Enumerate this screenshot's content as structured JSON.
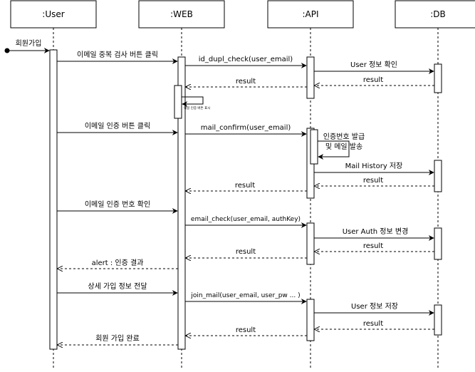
{
  "participants": [
    {
      "id": "user",
      "label": ":User"
    },
    {
      "id": "web",
      "label": ":WEB"
    },
    {
      "id": "api",
      "label": ":API"
    },
    {
      "id": "db",
      "label": ":DB"
    }
  ],
  "found_message": {
    "label": "회원가입"
  },
  "messages": [
    {
      "id": "m1",
      "from": "user",
      "to": "web",
      "kind": "sync",
      "label": "이메일 중복 검사 버튼 클릭"
    },
    {
      "id": "m2",
      "from": "web",
      "to": "api",
      "kind": "sync",
      "label": "id_dupl_check(user_email)"
    },
    {
      "id": "m3",
      "from": "api",
      "to": "db",
      "kind": "sync",
      "label": "User 정보 확인"
    },
    {
      "id": "m4",
      "from": "db",
      "to": "api",
      "kind": "return",
      "label": "result"
    },
    {
      "id": "m5",
      "from": "api",
      "to": "web",
      "kind": "return",
      "label": "result"
    },
    {
      "id": "m6",
      "from": "web",
      "to": "web",
      "kind": "self",
      "label": "메일 인증 버튼 표시"
    },
    {
      "id": "m7",
      "from": "user",
      "to": "web",
      "kind": "sync",
      "label": "이메일 인증 버튼 클릭"
    },
    {
      "id": "m8",
      "from": "web",
      "to": "api",
      "kind": "sync",
      "label": "mail_confirm(user_email)"
    },
    {
      "id": "m9",
      "from": "api",
      "to": "api",
      "kind": "self",
      "label_lines": [
        "인증번호 발급",
        "및 메일 발송"
      ]
    },
    {
      "id": "m10",
      "from": "api",
      "to": "db",
      "kind": "sync",
      "label": "Mail History 저장"
    },
    {
      "id": "m11",
      "from": "db",
      "to": "api",
      "kind": "return",
      "label": "result"
    },
    {
      "id": "m12",
      "from": "api",
      "to": "web",
      "kind": "return",
      "label": "result"
    },
    {
      "id": "m13",
      "from": "user",
      "to": "web",
      "kind": "sync",
      "label": "이메일 인증 번호 확인"
    },
    {
      "id": "m14",
      "from": "web",
      "to": "api",
      "kind": "sync",
      "label": "email_check(user_email, authKey)"
    },
    {
      "id": "m15",
      "from": "api",
      "to": "db",
      "kind": "sync",
      "label": "User Auth 정보 변경"
    },
    {
      "id": "m16",
      "from": "db",
      "to": "api",
      "kind": "return",
      "label": "result"
    },
    {
      "id": "m17",
      "from": "api",
      "to": "web",
      "kind": "return",
      "label": "result"
    },
    {
      "id": "m18",
      "from": "web",
      "to": "user",
      "kind": "return",
      "label": "alert : 인증 결과"
    },
    {
      "id": "m19",
      "from": "user",
      "to": "web",
      "kind": "sync",
      "label": "상세 가입 정보 전달"
    },
    {
      "id": "m20",
      "from": "web",
      "to": "api",
      "kind": "sync",
      "label": "join_mail(user_email, user_pw ... )"
    },
    {
      "id": "m21",
      "from": "api",
      "to": "db",
      "kind": "sync",
      "label": "User 정보 저장"
    },
    {
      "id": "m22",
      "from": "db",
      "to": "api",
      "kind": "return",
      "label": "result"
    },
    {
      "id": "m23",
      "from": "api",
      "to": "web",
      "kind": "return",
      "label": "result"
    },
    {
      "id": "m24",
      "from": "web",
      "to": "user",
      "kind": "return",
      "label": "회원 가입 완료"
    }
  ]
}
